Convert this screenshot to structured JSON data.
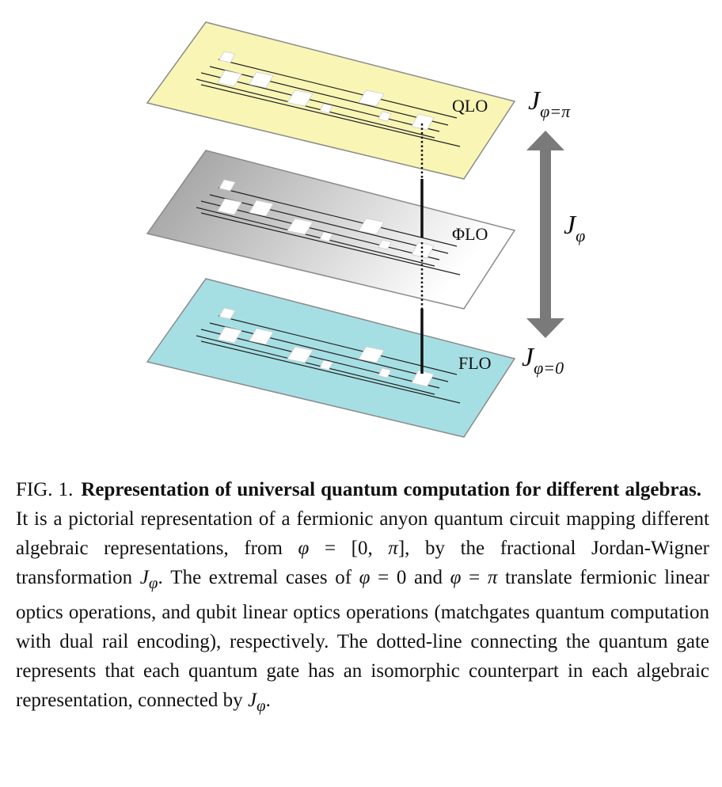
{
  "figure": {
    "planes": [
      {
        "id": "qlo",
        "label": "QLO",
        "fill": "#f9f5b5",
        "stroke": "#8a8a8a"
      },
      {
        "id": "philo",
        "label": "ΦLO",
        "fill_from": "#9a9a9a",
        "fill_to": "#ffffff",
        "stroke": "#8a8a8a"
      },
      {
        "id": "flo",
        "label": "FLO",
        "fill": "#a6dfe3",
        "stroke": "#8a8a8a"
      }
    ],
    "labels": {
      "top": {
        "base": "J",
        "sub": "φ=π"
      },
      "middle": {
        "base": "J",
        "sub": "φ"
      },
      "bottom": {
        "base": "J",
        "sub": "φ=0"
      }
    },
    "arrow_color": "#7a7a7a"
  },
  "caption": {
    "lead": "FIG. 1.",
    "title": "Representation of universal quantum computation for different algebras.",
    "body": [
      {
        "t": " It is a pictorial representation of a fermionic anyon quantum circuit mapping different algebraic representations, from "
      },
      {
        "t": "φ",
        "m": true
      },
      {
        "t": " = [0, "
      },
      {
        "t": "π",
        "m": true
      },
      {
        "t": "], by the fractional Jordan-Wigner transformation "
      },
      {
        "t": "J",
        "m": true
      },
      {
        "t": "φ",
        "m": true,
        "sub": true
      },
      {
        "t": ". The extremal cases of "
      },
      {
        "t": "φ",
        "m": true
      },
      {
        "t": " = 0 and "
      },
      {
        "t": "φ",
        "m": true
      },
      {
        "t": " = "
      },
      {
        "t": "π",
        "m": true
      },
      {
        "t": " translate fermionic linear optics operations, and qubit linear optics operations (matchgates quantum computation with dual rail encoding), respectively. The dotted-line connecting the quantum gate represents that each quantum gate has an isomorphic counterpart in each algebraic representation, connected by "
      },
      {
        "t": "J",
        "m": true
      },
      {
        "t": "φ",
        "m": true,
        "sub": true
      },
      {
        "t": "."
      }
    ]
  }
}
